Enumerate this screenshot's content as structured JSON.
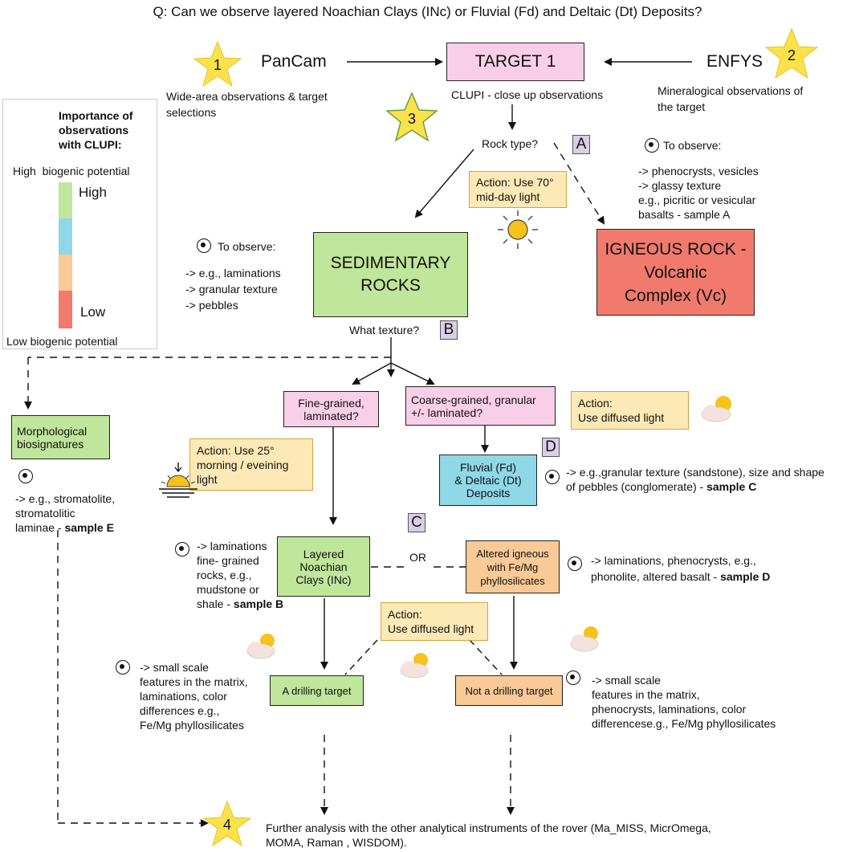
{
  "question": "Q: Can we observe layered Noachian Clays (INc) or Fluvial (Fd) and Deltaic (Dt) Deposits?",
  "stars": [
    {
      "number": "1",
      "color": "#fbe14a"
    },
    {
      "number": "2",
      "color": "#fbe14a"
    },
    {
      "number": "3",
      "color": "#fbe14a"
    },
    {
      "number": "4",
      "color": "#fbe14a"
    }
  ],
  "pancam": {
    "title": "PanCam",
    "desc_line1": "Wide-area observations & target",
    "desc_line2": "selections"
  },
  "enfys": {
    "title": "ENFYS",
    "desc_line1": "Mineralogical observations of",
    "desc_line2": "the target"
  },
  "target": {
    "title": "TARGET 1",
    "clupi": "CLUPI - close up observations"
  },
  "rock_type": "Rock type?",
  "letters": {
    "a": "A",
    "b": "B",
    "c": "C",
    "d": "D"
  },
  "legend": {
    "title_line1": "Importance of",
    "title_line2": "observations",
    "title_line3": "with CLUPI:",
    "top_label": "High  biogenic potential",
    "high": "High",
    "low": "Low",
    "bottom_label": "Low biogenic potential",
    "colors": [
      "#bfe69a",
      "#8fd8e8",
      "#f9c996",
      "#f27a6c"
    ]
  },
  "igneous_observe": {
    "heading": "To observe:",
    "line1": "-> phenocrysts, vesicles",
    "line2": "-> glassy texture",
    "line3": "e.g., picritic or vesicular",
    "line4": "basalts - ",
    "sample": "sample A"
  },
  "action_70": {
    "line1": "Action: Use 70°",
    "line2": "mid-day light"
  },
  "igneous": {
    "line1": "IGNEOUS ROCK -",
    "line2": "Volcanic",
    "line3": "Complex (Vc)"
  },
  "sed_observe": {
    "heading": "To observe:",
    "line1": "-> e.g., laminations",
    "line2": "-> granular texture",
    "line3": "-> pebbles"
  },
  "sedimentary": {
    "line1": "SEDIMENTARY",
    "line2": "ROCKS"
  },
  "what_texture": "What texture?",
  "fine": {
    "line1": "Fine-grained,",
    "line2": "laminated?"
  },
  "coarse": {
    "line1": "Coarse-grained, granular",
    "line2": "+/- laminated?"
  },
  "action_diffused_top": {
    "line1": "Action:",
    "line2": "Use diffused light"
  },
  "morpho": {
    "line1": "Morphological",
    "line2": "biosignatures",
    "obs1": "-> e.g., stromatolite,",
    "obs2": "stromatolitic",
    "obs3": "laminae - ",
    "sample": "sample E"
  },
  "action_25": {
    "line1": "Action: Use 25°",
    "line2": "morning / eveining",
    "line3": "light"
  },
  "fluvial": {
    "line1": "Fluvial (Fd)",
    "line2": "& Deltaic (Dt)",
    "line3": "Deposits"
  },
  "fluvial_obs": {
    "line1": "-> e.g.,granular texture (sandstone), size and shape",
    "line2": "of pebbles (conglomerate) - ",
    "sample": "sample C"
  },
  "clays": {
    "line1": "Layered",
    "line2": "Noachian",
    "line3": "Clays (INc)"
  },
  "or_label": "OR",
  "altered": {
    "line1": "Altered igneous",
    "line2": "with Fe/Mg",
    "line3": "phyllosilicates"
  },
  "clays_obs": {
    "line1": "-> laminations",
    "line2": "fine- grained",
    "line3": "rocks, e.g.,",
    "line4": "mudstone or",
    "line5": "shale - ",
    "sample": "sample B"
  },
  "altered_obs": {
    "line1": "-> laminations, phenocrysts, e.g.,",
    "line2": "phonolite, altered basalt - ",
    "sample": "sample D"
  },
  "action_diffused_mid": {
    "line1": "Action:",
    "line2": "Use diffused light"
  },
  "drilling": "A drilling target",
  "not_drilling": "Not a drilling target",
  "drill_obs": {
    "line1": "-> small scale",
    "line2": "features in the matrix,",
    "line3": "laminations, color",
    "line4": "differences e.g.,",
    "line5": "Fe/Mg phyllosilicates"
  },
  "notdrill_obs": {
    "line1": "-> small scale",
    "line2": "features in the matrix,",
    "line3": "phenocrysts, laminations, color",
    "line4": "differencese.g., Fe/Mg phyllosilicates"
  },
  "further": {
    "line1": "Further analysis with the other analytical instruments of the rover (Ma_MISS, MicrOmega,",
    "line2": "MOMA, Raman , WISDOM)."
  }
}
